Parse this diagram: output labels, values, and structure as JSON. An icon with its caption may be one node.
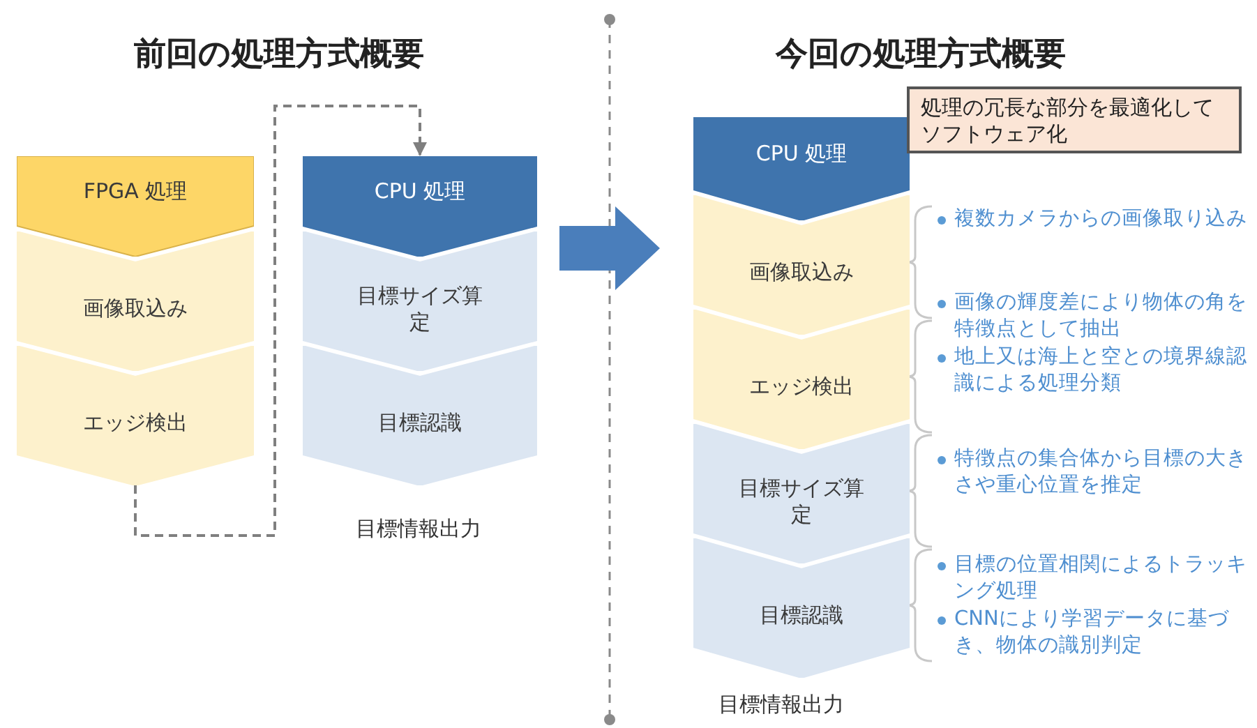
{
  "diagram": {
    "nodes": [
      {
        "text": [
          "FPGA 処理"
        ]
      },
      {
        "text": [
          "画像取込み"
        ]
      },
      {
        "text": [
          "エッジ検出"
        ]
      },
      {
        "text": [
          "CPU 処理"
        ]
      },
      {
        "text": [
          "目標サイズ算定"
        ]
      },
      {
        "text": [
          "目標認識"
        ]
      },
      {
        "text": [
          "CPU 処理"
        ]
      },
      {
        "text": [
          "画像取込み"
        ],
        "beside": [
          "複数カメラからの画像取り込み"
        ]
      },
      {
        "text": [
          "エッジ検出"
        ],
        "beside": [
          "画像の輝度差により物体の角を特徴点として抽出",
          "地上又は海上と空との境界線認識による処理分類"
        ]
      },
      {
        "text": [
          "目標サイズ算定"
        ],
        "beside": [
          "特徴点の集合体から目標の大きさや重心位置を推定"
        ]
      },
      {
        "text": [
          "目標認識"
        ],
        "beside": [
          "目標の位置相関によるトラッキング処理",
          "CNNにより学習データに基づき、物体の識別判定"
        ]
      },
      {
        "text": [
          "処理の冗長な部分を最適化してソフトウェア化"
        ]
      }
    ],
    "edges": [
      {
        "from": 2,
        "to": 3,
        "arrow": "to",
        "style": "dashed"
      },
      {
        "from": 3,
        "to": 7,
        "arrow": "to",
        "style": "thick",
        "color": "#4a7ebb"
      }
    ],
    "labels": [
      "前回の処理方式概要",
      "今回の処理方式概要",
      "目標情報出力",
      "目標情報出力"
    ]
  }
}
